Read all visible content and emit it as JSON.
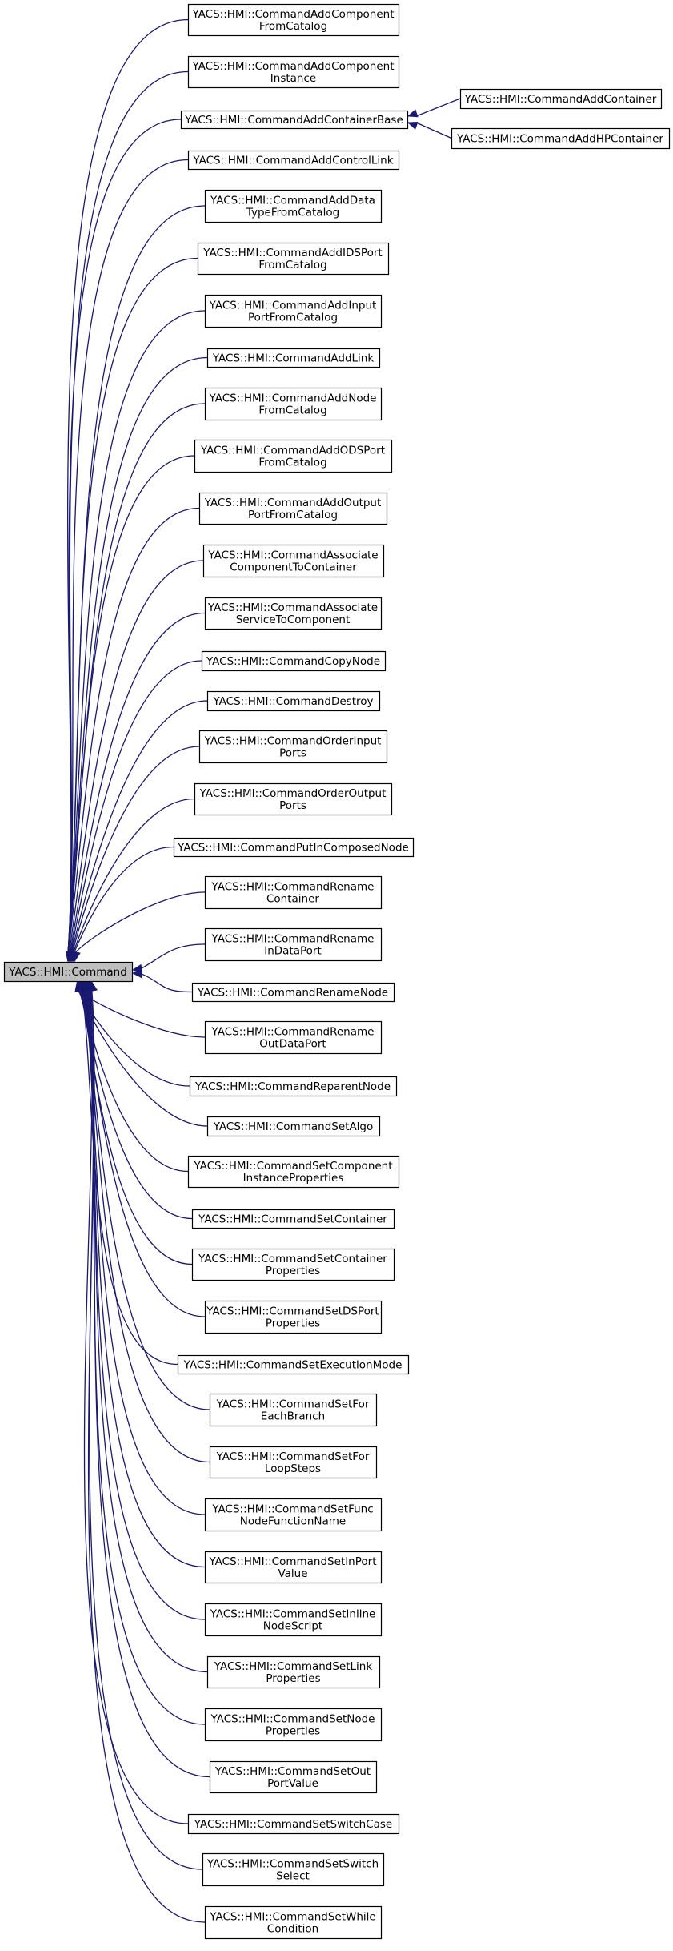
{
  "root": {
    "id": "cmd",
    "lines": [
      "YACS::HMI::Command"
    ]
  },
  "classes": [
    {
      "id": "c1",
      "lines": [
        "YACS::HMI::CommandAddComponent",
        "FromCatalog"
      ]
    },
    {
      "id": "c2",
      "lines": [
        "YACS::HMI::CommandAddComponent",
        "Instance"
      ]
    },
    {
      "id": "c3",
      "lines": [
        "YACS::HMI::CommandAddContainerBase"
      ]
    },
    {
      "id": "c4",
      "lines": [
        "YACS::HMI::CommandAddControlLink"
      ]
    },
    {
      "id": "c5",
      "lines": [
        "YACS::HMI::CommandAddData",
        "TypeFromCatalog"
      ]
    },
    {
      "id": "c6",
      "lines": [
        "YACS::HMI::CommandAddIDSPort",
        "FromCatalog"
      ]
    },
    {
      "id": "c7",
      "lines": [
        "YACS::HMI::CommandAddInput",
        "PortFromCatalog"
      ]
    },
    {
      "id": "c8",
      "lines": [
        "YACS::HMI::CommandAddLink"
      ]
    },
    {
      "id": "c9",
      "lines": [
        "YACS::HMI::CommandAddNode",
        "FromCatalog"
      ]
    },
    {
      "id": "c10",
      "lines": [
        "YACS::HMI::CommandAddODSPort",
        "FromCatalog"
      ]
    },
    {
      "id": "c11",
      "lines": [
        "YACS::HMI::CommandAddOutput",
        "PortFromCatalog"
      ]
    },
    {
      "id": "c12",
      "lines": [
        "YACS::HMI::CommandAssociate",
        "ComponentToContainer"
      ]
    },
    {
      "id": "c13",
      "lines": [
        "YACS::HMI::CommandAssociate",
        "ServiceToComponent"
      ]
    },
    {
      "id": "c14",
      "lines": [
        "YACS::HMI::CommandCopyNode"
      ]
    },
    {
      "id": "c15",
      "lines": [
        "YACS::HMI::CommandDestroy"
      ]
    },
    {
      "id": "c16",
      "lines": [
        "YACS::HMI::CommandOrderInput",
        "Ports"
      ]
    },
    {
      "id": "c17",
      "lines": [
        "YACS::HMI::CommandOrderOutput",
        "Ports"
      ]
    },
    {
      "id": "c18",
      "lines": [
        "YACS::HMI::CommandPutInComposedNode"
      ]
    },
    {
      "id": "c19",
      "lines": [
        "YACS::HMI::CommandRename",
        "Container"
      ]
    },
    {
      "id": "c20",
      "lines": [
        "YACS::HMI::CommandRename",
        "InDataPort"
      ]
    },
    {
      "id": "c21",
      "lines": [
        "YACS::HMI::CommandRenameNode"
      ]
    },
    {
      "id": "c22",
      "lines": [
        "YACS::HMI::CommandRename",
        "OutDataPort"
      ]
    },
    {
      "id": "c23",
      "lines": [
        "YACS::HMI::CommandReparentNode"
      ]
    },
    {
      "id": "c24",
      "lines": [
        "YACS::HMI::CommandSetAlgo"
      ]
    },
    {
      "id": "c25",
      "lines": [
        "YACS::HMI::CommandSetComponent",
        "InstanceProperties"
      ]
    },
    {
      "id": "c26",
      "lines": [
        "YACS::HMI::CommandSetContainer"
      ]
    },
    {
      "id": "c27",
      "lines": [
        "YACS::HMI::CommandSetContainer",
        "Properties"
      ]
    },
    {
      "id": "c28",
      "lines": [
        "YACS::HMI::CommandSetDSPort",
        "Properties"
      ]
    },
    {
      "id": "c29",
      "lines": [
        "YACS::HMI::CommandSetExecutionMode"
      ]
    },
    {
      "id": "c30",
      "lines": [
        "YACS::HMI::CommandSetFor",
        "EachBranch"
      ]
    },
    {
      "id": "c31",
      "lines": [
        "YACS::HMI::CommandSetFor",
        "LoopSteps"
      ]
    },
    {
      "id": "c32",
      "lines": [
        "YACS::HMI::CommandSetFunc",
        "NodeFunctionName"
      ]
    },
    {
      "id": "c33",
      "lines": [
        "YACS::HMI::CommandSetInPort",
        "Value"
      ]
    },
    {
      "id": "c34",
      "lines": [
        "YACS::HMI::CommandSetInline",
        "NodeScript"
      ]
    },
    {
      "id": "c35",
      "lines": [
        "YACS::HMI::CommandSetLink",
        "Properties"
      ]
    },
    {
      "id": "c36",
      "lines": [
        "YACS::HMI::CommandSetNode",
        "Properties"
      ]
    },
    {
      "id": "c37",
      "lines": [
        "YACS::HMI::CommandSetOut",
        "PortValue"
      ]
    },
    {
      "id": "c38",
      "lines": [
        "YACS::HMI::CommandSetSwitchCase"
      ]
    },
    {
      "id": "c39",
      "lines": [
        "YACS::HMI::CommandSetSwitch",
        "Select"
      ]
    },
    {
      "id": "c40",
      "lines": [
        "YACS::HMI::CommandSetWhile",
        "Condition"
      ]
    }
  ],
  "subclasses": [
    {
      "id": "s1",
      "parent": "c3",
      "lines": [
        "YACS::HMI::CommandAddContainer"
      ]
    },
    {
      "id": "s2",
      "parent": "c3",
      "lines": [
        "YACS::HMI::CommandAddHPContainer"
      ]
    }
  ],
  "edge_color": "#191970",
  "root_fill": "#bfbfbf"
}
